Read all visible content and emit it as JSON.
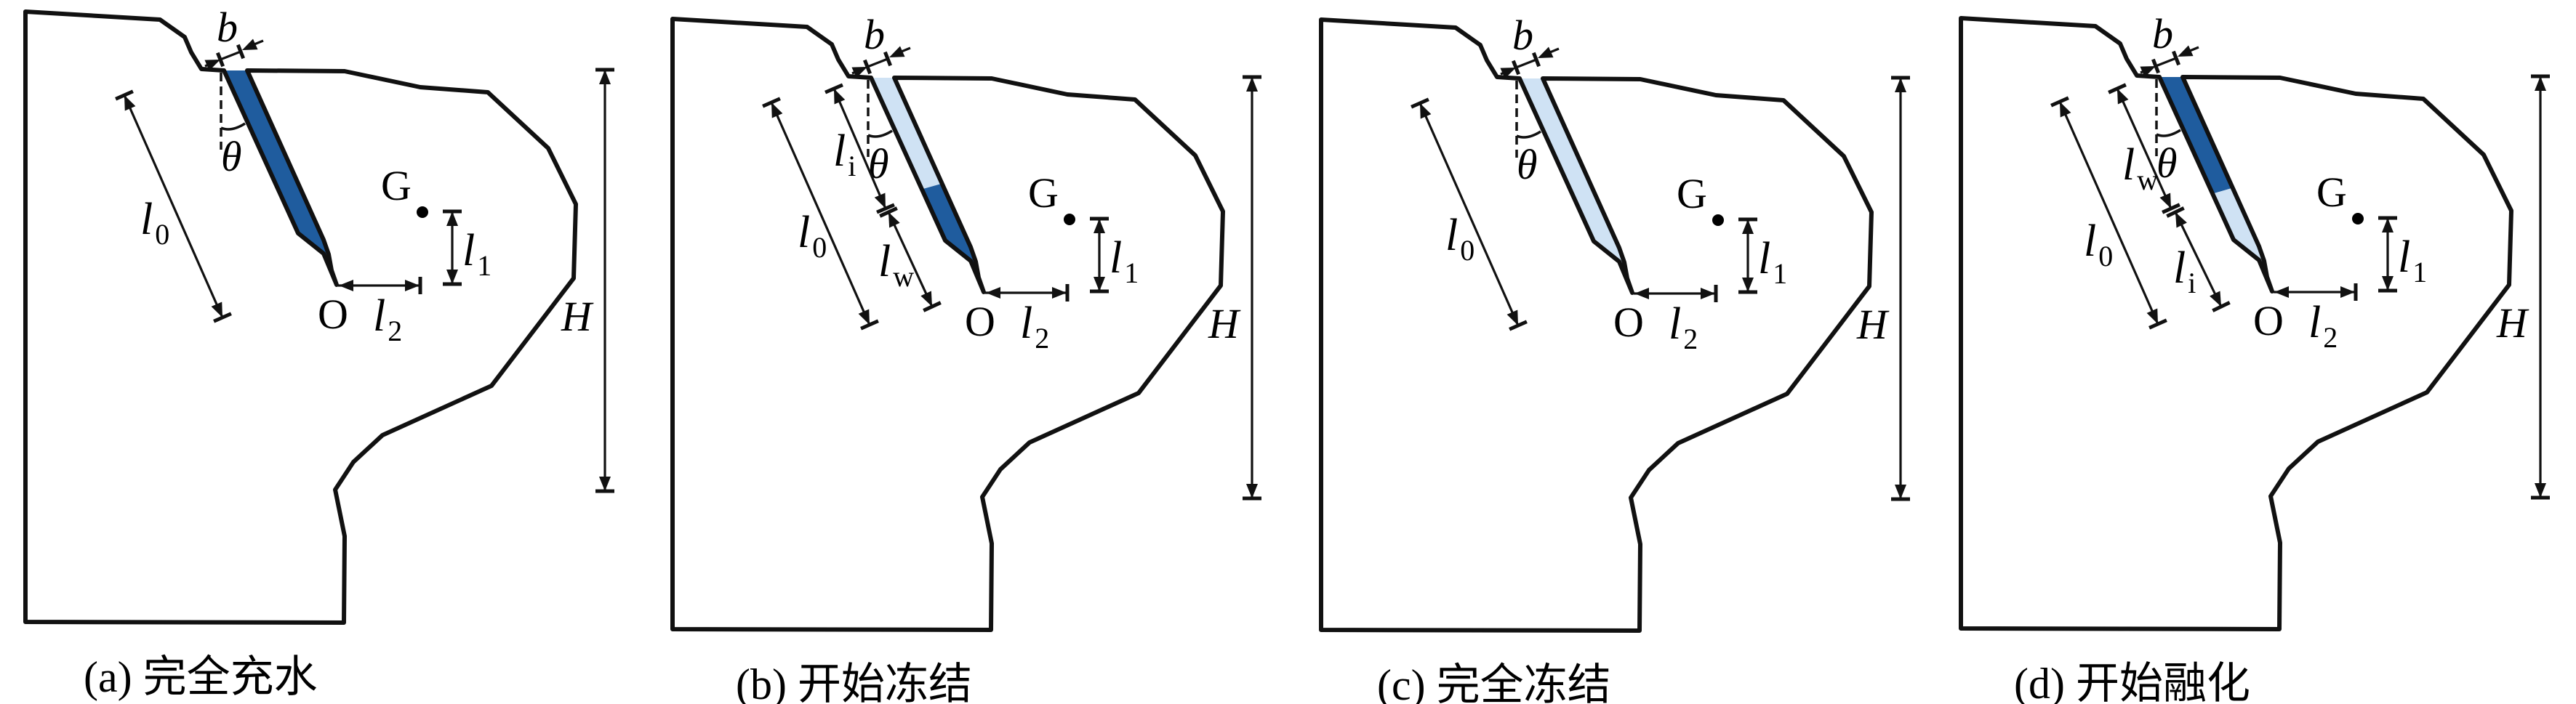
{
  "figure": {
    "colors": {
      "water": "#1f5c9e",
      "ice": "#cfe2f4",
      "line": "#111111"
    },
    "symbols": {
      "crack_width": "b",
      "angle": "θ",
      "crack_depth_base": "l",
      "crack_depth_sub": "0",
      "ice_sub": "i",
      "water_sub": "w",
      "l1_sub": "1",
      "l2_sub": "2",
      "centroid": "G",
      "pivot": "O",
      "height": "H"
    },
    "panels": [
      {
        "id": "a",
        "caption": "(a) 完全充水",
        "state": "full-water",
        "fill_top": "water",
        "fill_bottom": "water",
        "split": null
      },
      {
        "id": "b",
        "caption": "(b) 开始冻结",
        "state": "freezing-start",
        "fill_top": "ice",
        "fill_bottom": "water",
        "split": "ice-over-water",
        "upper_dim_sub": "i",
        "lower_dim_sub": "w"
      },
      {
        "id": "c",
        "caption": "(c) 完全冻结",
        "state": "full-frozen",
        "fill_top": "ice",
        "fill_bottom": "ice",
        "split": null
      },
      {
        "id": "d",
        "caption": "(d) 开始融化",
        "state": "melting-start",
        "fill_top": "water",
        "fill_bottom": "ice",
        "split": "water-over-ice",
        "upper_dim_sub": "w",
        "lower_dim_sub": "i"
      }
    ]
  }
}
